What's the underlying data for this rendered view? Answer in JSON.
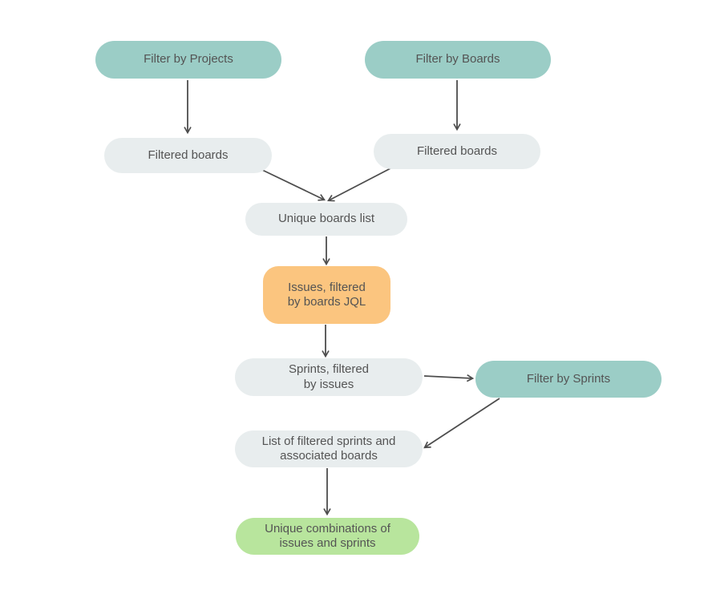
{
  "diagram": {
    "palette": {
      "filter_node": "#9bcdc6",
      "data_node": "#e8edee",
      "highlight_node": "#fbc57f",
      "result_node": "#b8e59d",
      "arrow": "#4d4d4d",
      "text": "#545454",
      "background": "#ffffff"
    },
    "nodes": [
      {
        "id": "filter-by-projects",
        "label": "Filter by Projects",
        "kind": "filter"
      },
      {
        "id": "filter-by-boards",
        "label": "Filter by Boards",
        "kind": "filter"
      },
      {
        "id": "filtered-boards-left",
        "label": "Filtered boards",
        "kind": "data"
      },
      {
        "id": "filtered-boards-right",
        "label": "Filtered boards",
        "kind": "data"
      },
      {
        "id": "unique-boards-list",
        "label": "Unique boards list",
        "kind": "data"
      },
      {
        "id": "issues-filtered-by-boards-jql",
        "label": "Issues, filtered\nby boards JQL",
        "kind": "highlight"
      },
      {
        "id": "sprints-filtered-by-issues",
        "label": "Sprints, filtered\nby issues",
        "kind": "data"
      },
      {
        "id": "filter-by-sprints",
        "label": "Filter by Sprints",
        "kind": "filter"
      },
      {
        "id": "list-of-filtered-sprints",
        "label": "List of filtered sprints and\nassociated boards",
        "kind": "data"
      },
      {
        "id": "unique-combinations",
        "label": "Unique combinations of\nissues and sprints",
        "kind": "result"
      }
    ],
    "edges": [
      {
        "from": "filter-by-projects",
        "to": "filtered-boards-left"
      },
      {
        "from": "filter-by-boards",
        "to": "filtered-boards-right"
      },
      {
        "from": "filtered-boards-left",
        "to": "unique-boards-list"
      },
      {
        "from": "filtered-boards-right",
        "to": "unique-boards-list"
      },
      {
        "from": "unique-boards-list",
        "to": "issues-filtered-by-boards-jql"
      },
      {
        "from": "issues-filtered-by-boards-jql",
        "to": "sprints-filtered-by-issues"
      },
      {
        "from": "sprints-filtered-by-issues",
        "to": "filter-by-sprints"
      },
      {
        "from": "filter-by-sprints",
        "to": "list-of-filtered-sprints"
      },
      {
        "from": "list-of-filtered-sprints",
        "to": "unique-combinations"
      }
    ]
  }
}
